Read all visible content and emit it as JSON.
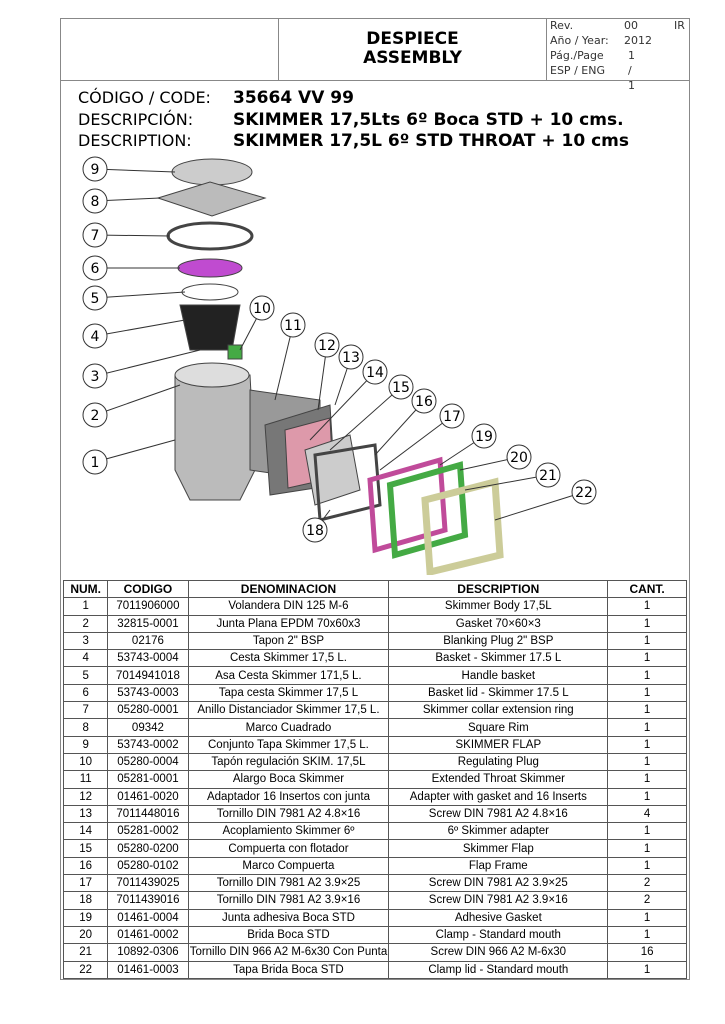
{
  "header": {
    "title_line1": "DESPIECE",
    "title_line2": "ASSEMBLY",
    "rev_label": "Rev.",
    "rev_value": "00",
    "rev_author": "IR",
    "year_label": "Año / Year:",
    "year_value": "2012",
    "page_label": "Pág./Page",
    "page_value": "1 / 1",
    "lang": "ESP / ENG"
  },
  "code": {
    "code_label": "CÓDIGO / CODE:",
    "code_value": "35664 VV 99",
    "desc_es_label": "DESCRIPCIÓN:",
    "desc_es_value": "SKIMMER 17,5Lts 6º Boca STD + 10 cms.",
    "desc_en_label": "DESCRIPTION:",
    "desc_en_value": "SKIMMER 17,5L 6º STD THROAT + 10 cms"
  },
  "callouts": [
    "1",
    "2",
    "3",
    "4",
    "5",
    "6",
    "7",
    "8",
    "9",
    "10",
    "11",
    "12",
    "13",
    "14",
    "15",
    "16",
    "17",
    "18",
    "19",
    "20",
    "21",
    "22"
  ],
  "table": {
    "headers": [
      "NUM.",
      "CODIGO",
      "DENOMINACION",
      "DESCRIPTION",
      "CANT."
    ],
    "rows": [
      [
        "1",
        "7011906000",
        "Volandera DIN 125 M-6",
        "Skimmer Body 17,5L",
        "1"
      ],
      [
        "2",
        "32815-0001",
        "Junta Plana EPDM 70x60x3",
        "Gasket 70×60×3",
        "1"
      ],
      [
        "3",
        "02176",
        "Tapon 2\" BSP",
        "Blanking Plug 2\" BSP",
        "1"
      ],
      [
        "4",
        "53743-0004",
        "Cesta Skimmer 17,5 L.",
        "Basket - Skimmer 17.5 L",
        "1"
      ],
      [
        "5",
        "7014941018",
        "Asa Cesta Skimmer 171,5 L.",
        "Handle basket",
        "1"
      ],
      [
        "6",
        "53743-0003",
        "Tapa cesta Skimmer 17,5 L",
        "Basket lid - Skimmer 17.5 L",
        "1"
      ],
      [
        "7",
        "05280-0001",
        "Anillo Distanciador Skimmer 17,5 L.",
        "Skimmer collar extension ring",
        "1"
      ],
      [
        "8",
        "09342",
        "Marco Cuadrado",
        "Square Rim",
        "1"
      ],
      [
        "9",
        "53743-0002",
        "Conjunto Tapa Skimmer 17,5 L.",
        "SKIMMER FLAP",
        "1"
      ],
      [
        "10",
        "05280-0004",
        "Tapón regulación SKIM. 17,5L",
        "Regulating Plug",
        "1"
      ],
      [
        "11",
        "05281-0001",
        "Alargo Boca Skimmer",
        "Extended Throat Skimmer",
        "1"
      ],
      [
        "12",
        "01461-0020",
        "Adaptador 16 Insertos con junta",
        "Adapter with gasket and 16 Inserts",
        "1"
      ],
      [
        "13",
        "7011448016",
        "Tornillo DIN 7981 A2 4.8×16",
        "Screw DIN 7981 A2 4.8×16",
        "4"
      ],
      [
        "14",
        "05281-0002",
        "Acoplamiento Skimmer 6º",
        "6º Skimmer adapter",
        "1"
      ],
      [
        "15",
        "05280-0200",
        "Compuerta con flotador",
        "Skimmer Flap",
        "1"
      ],
      [
        "16",
        "05280-0102",
        "Marco Compuerta",
        "Flap Frame",
        "1"
      ],
      [
        "17",
        "7011439025",
        "Tornillo DIN 7981 A2 3.9×25",
        "Screw DIN 7981 A2 3.9×25",
        "2"
      ],
      [
        "18",
        "7011439016",
        "Tornillo DIN 7981 A2 3.9×16",
        "Screw DIN 7981 A2 3.9×16",
        "2"
      ],
      [
        "19",
        "01461-0004",
        "Junta adhesiva Boca STD",
        "Adhesive Gasket",
        "1"
      ],
      [
        "20",
        "01461-0002",
        "Brida Boca STD",
        "Clamp - Standard mouth",
        "1"
      ],
      [
        "21",
        "10892-0306",
        "Tornillo DIN 966 A2 M-6x30 Con Punta",
        "Screw  DIN 966 A2 M-6x30",
        "16"
      ],
      [
        "22",
        "01461-0003",
        "Tapa Brida Boca STD",
        "Clamp lid - Standard mouth",
        "1"
      ]
    ]
  }
}
